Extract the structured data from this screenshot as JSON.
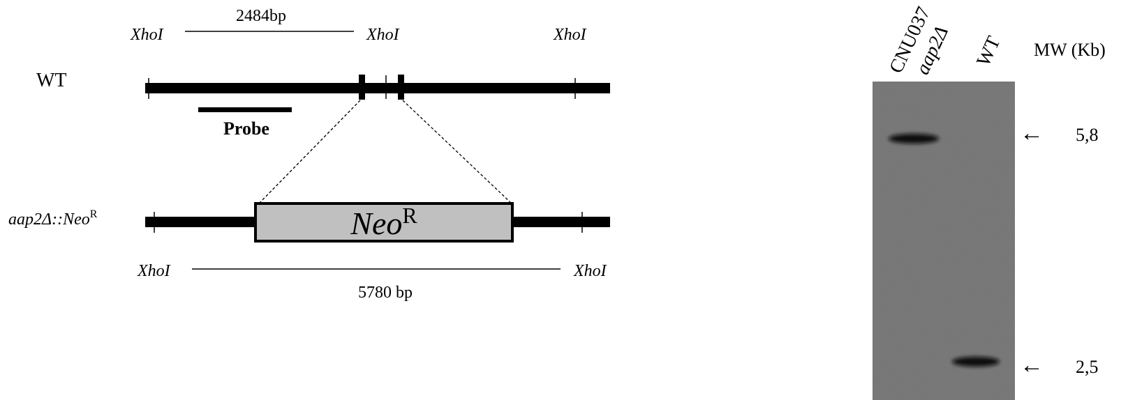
{
  "diagram": {
    "wt": {
      "label": "WT",
      "site_labels": [
        "XhoI",
        "XhoI",
        "XhoI"
      ],
      "fragment_label": "2484bp",
      "probe_label": "Probe"
    },
    "mutant": {
      "label_prefix": "aap2Δ::",
      "label_gene": "Neo",
      "label_sup": "R",
      "site_labels": [
        "XhoI",
        "XhoI"
      ],
      "fragment_label": "5780 bp",
      "cassette_name": "Neo",
      "cassette_sup": "R"
    }
  },
  "blot": {
    "lane_labels": [
      "CNU037",
      "aap2Δ",
      "WT"
    ],
    "mw_header": "MW (Kb)",
    "markers": [
      {
        "label": "5,8",
        "arrow": "←"
      },
      {
        "label": "2,5",
        "arrow": "←"
      }
    ],
    "colors": {
      "membrane": "#7d7d7d",
      "band": "#111111"
    }
  }
}
